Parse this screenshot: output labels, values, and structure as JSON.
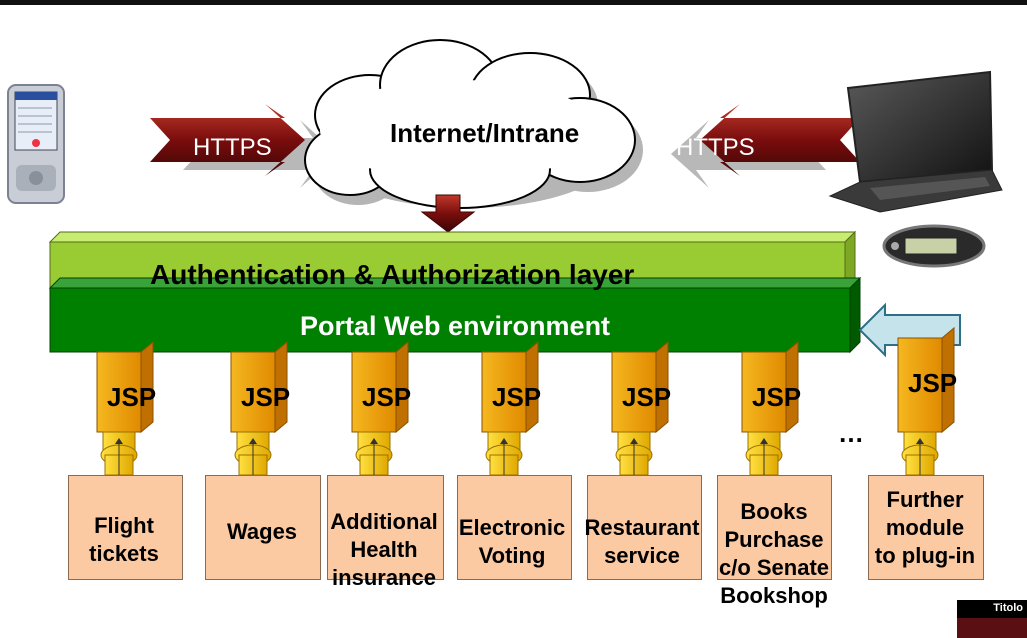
{
  "cloud": {
    "label": "Internet/Intrane"
  },
  "arrows": {
    "left_label": "HTTPS",
    "right_label": "HTTPS"
  },
  "layers": {
    "auth": "Authentication & Authorization layer",
    "portal": "Portal Web environment"
  },
  "jsp_label": "JSP",
  "ellipsis": "…",
  "modules": [
    {
      "label": "Flight\ntickets"
    },
    {
      "label": "Wages"
    },
    {
      "label": "Additional\nHealth\ninsurance"
    },
    {
      "label": "Electronic\nVoting"
    },
    {
      "label": "Restaurant\nservice"
    },
    {
      "label": "Books\nPurchase\nc/o Senate\nBookshop"
    },
    {
      "label": "Further\nmodule\nto plug-in"
    }
  ],
  "corner": {
    "label": "Titolo"
  },
  "colors": {
    "auth_layer": "#99cc33",
    "portal_layer": "#008000",
    "jsp_block": "#f0a000",
    "connector": "#ffd000",
    "module_fill": "#fbc9a2",
    "arrow_dark": "#8b1a1a",
    "corner_dark": "#5a0f12"
  }
}
